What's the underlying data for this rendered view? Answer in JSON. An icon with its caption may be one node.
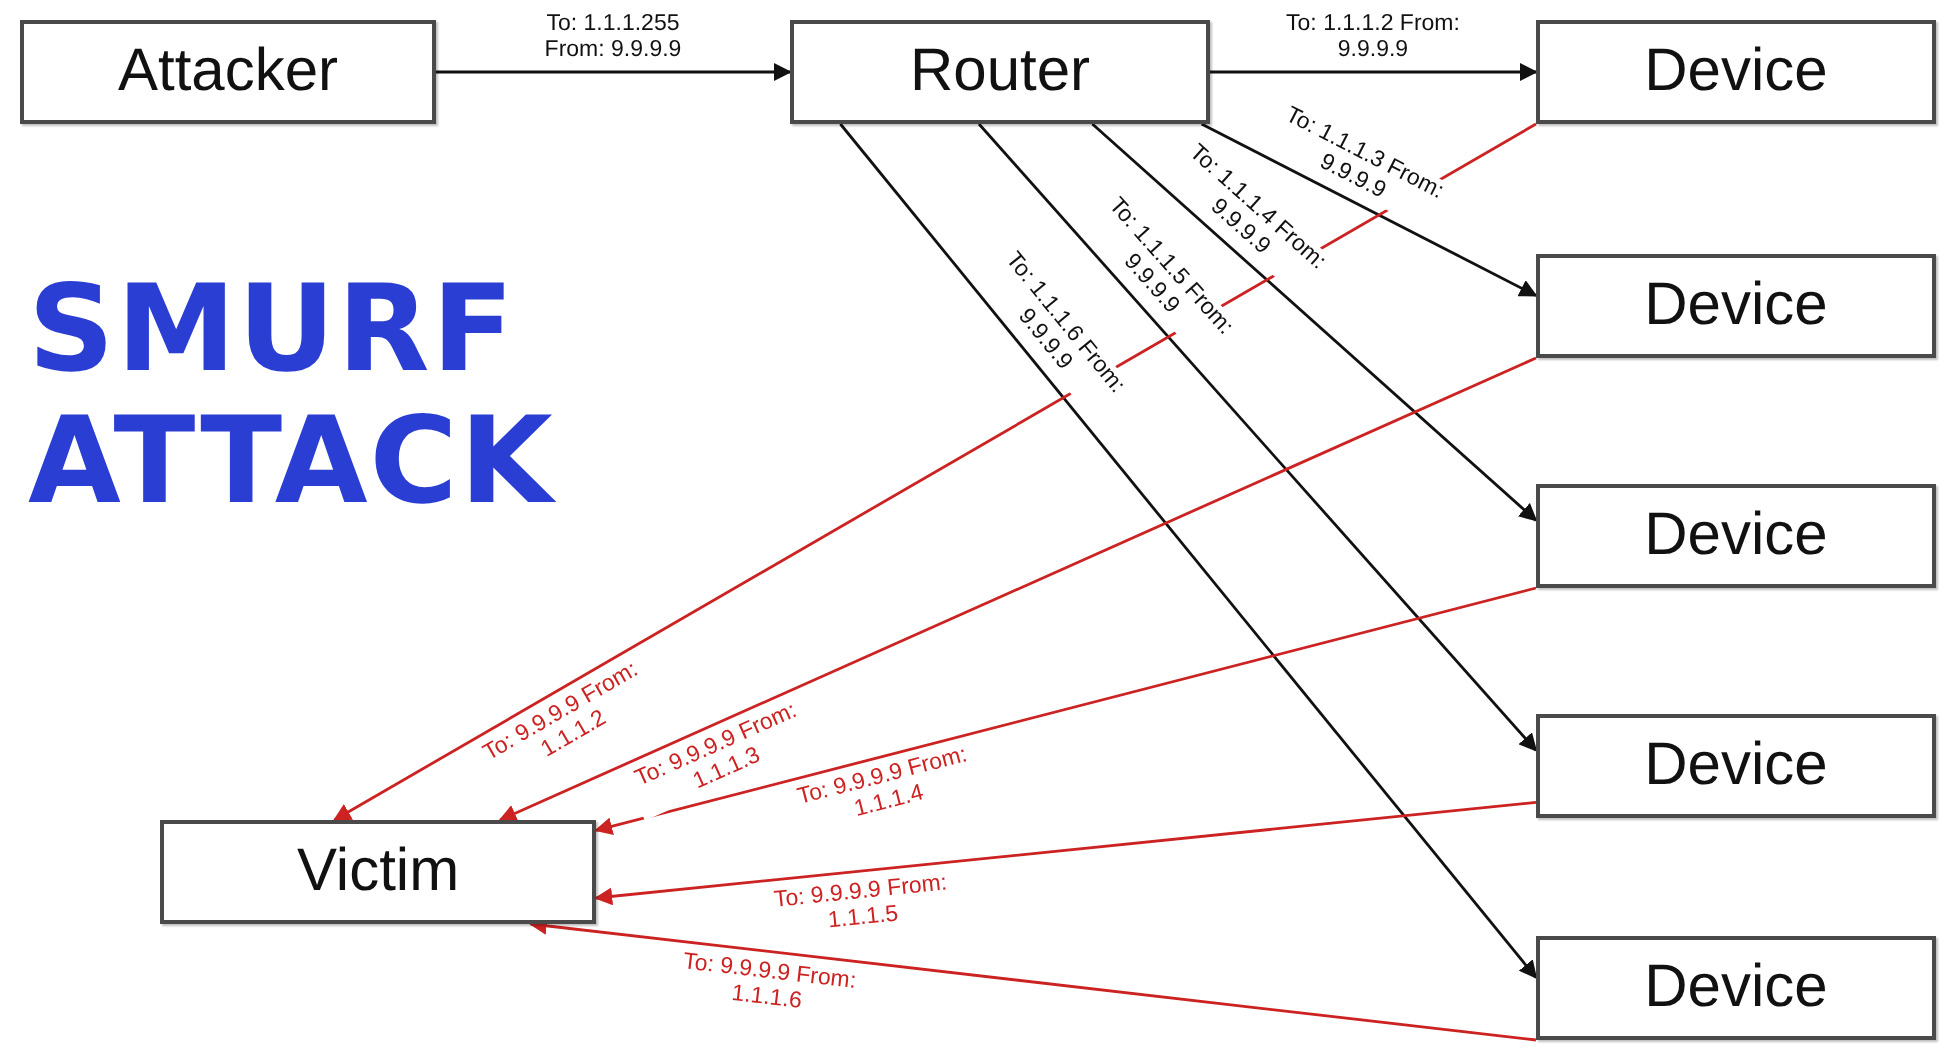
{
  "diagram": {
    "title": "SMURF ATTACK",
    "nodes": [
      {
        "text": [
          "Attacker"
        ]
      },
      {
        "text": [
          "Router"
        ]
      },
      {
        "text": [
          "Device"
        ]
      },
      {
        "text": [
          "Device"
        ]
      },
      {
        "text": [
          "Device"
        ]
      },
      {
        "text": [
          "Device"
        ]
      },
      {
        "text": [
          "Device"
        ]
      },
      {
        "text": [
          "Victim"
        ]
      }
    ],
    "edges": [
      {
        "from": 0,
        "to": 1,
        "arrow": "to",
        "label": "To: 1.1.1.255 From: 9.9.9.9"
      },
      {
        "from": 1,
        "to": 2,
        "arrow": "to",
        "label": "To: 1.1.1.2 From: 9.9.9.9"
      },
      {
        "from": 1,
        "to": 3,
        "arrow": "to",
        "label": "To: 1.1.1.3 From: 9.9.9.9"
      },
      {
        "from": 1,
        "to": 4,
        "arrow": "to",
        "label": "To: 1.1.1.4 From: 9.9.9.9"
      },
      {
        "from": 1,
        "to": 5,
        "arrow": "to",
        "label": "To: 1.1.1.5 From: 9.9.9.9"
      },
      {
        "from": 1,
        "to": 6,
        "arrow": "to",
        "label": "To: 1.1.1.6 From: 9.9.9.9"
      },
      {
        "from": 2,
        "to": 7,
        "arrow": "to",
        "label": "To: 9.9.9.9 From: 1.1.1.2",
        "color": "#cc2222"
      },
      {
        "from": 3,
        "to": 7,
        "arrow": "to",
        "label": "To: 9.9.9.9 From: 1.1.1.3",
        "color": "#cc2222"
      },
      {
        "from": 4,
        "to": 7,
        "arrow": "to",
        "label": "To: 9.9.9.9 From: 1.1.1.4",
        "color": "#cc2222"
      },
      {
        "from": 5,
        "to": 7,
        "arrow": "to",
        "label": "To: 9.9.9.9 From: 1.1.1.5",
        "color": "#cc2222"
      },
      {
        "from": 6,
        "to": 7,
        "arrow": "to",
        "label": "To: 9.9.9.9 From: 1.1.1.6",
        "color": "#cc2222"
      }
    ]
  }
}
